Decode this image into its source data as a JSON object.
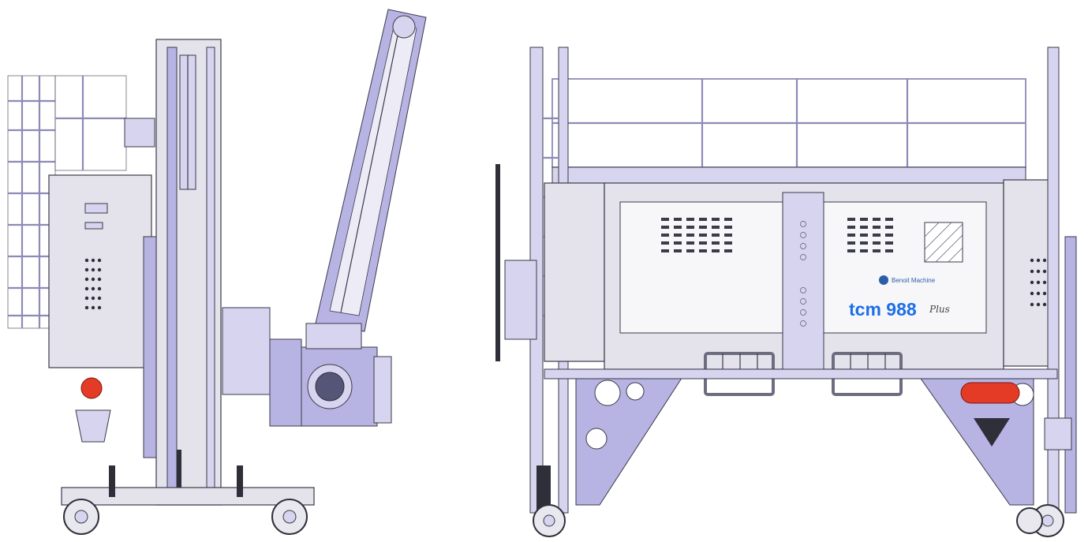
{
  "machine": {
    "model": "tcm 988",
    "model_suffix": "Plus",
    "logo_text": "Benoit Machine",
    "logo_subtext": "",
    "colors": {
      "brand_blue": "#1c6fe6",
      "frame_purple": "#b7b4e3",
      "panel_grey": "#e4e3ec",
      "tank_red": "#e33b26"
    }
  }
}
